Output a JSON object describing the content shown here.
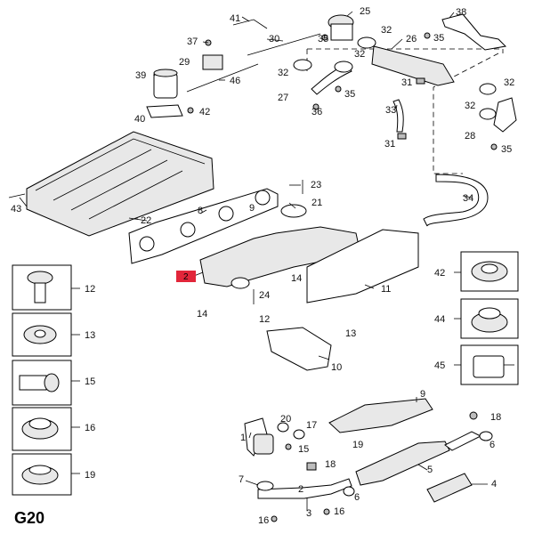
{
  "group_code": "G20",
  "highlight": {
    "label": "2",
    "color": "#e2263a"
  },
  "callouts": {
    "c41": "41",
    "c25": "25",
    "c38": "38",
    "c37": "37",
    "c30": "30",
    "c35a": "35",
    "c32a": "32",
    "c26": "26",
    "c35b": "35",
    "c29": "29",
    "c32b": "32",
    "c39": "39",
    "c46": "46",
    "c32c": "32",
    "c31a": "31",
    "c32d": "32",
    "c27": "27",
    "c35c": "35",
    "c40": "40",
    "c42a": "42",
    "c36": "36",
    "c33": "33",
    "c32e": "32",
    "c28": "28",
    "c35d": "35",
    "c31b": "31",
    "c23": "23",
    "c43": "43",
    "c21": "21",
    "c22": "22",
    "c8": "8",
    "c9": "9",
    "c34": "34",
    "c42b": "42",
    "c12a": "12",
    "c14a": "14",
    "c11": "11",
    "c24": "24",
    "c14b": "14",
    "c44": "44",
    "c13a": "13",
    "c12b": "12",
    "c13b": "13",
    "c10": "10",
    "c15": "15",
    "c45": "45",
    "c9b": "9",
    "c20": "20",
    "c17": "17",
    "c18a": "18",
    "c1": "1",
    "c15b": "15",
    "c16": "16",
    "c19a": "19",
    "c19b": "19",
    "c18b": "18",
    "c6a": "6",
    "c5": "5",
    "c7": "7",
    "c2b": "2",
    "c6b": "6",
    "c4": "4",
    "c16b": "16",
    "c3": "3",
    "c16c": "16"
  }
}
